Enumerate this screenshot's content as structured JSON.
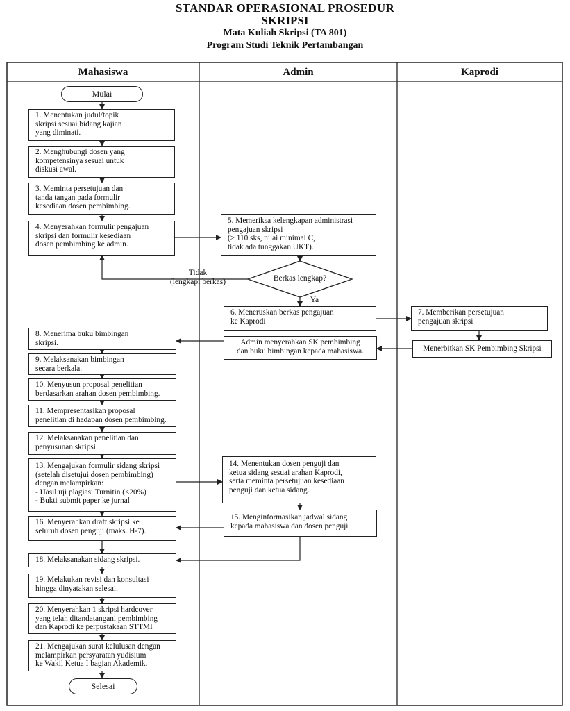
{
  "title": {
    "line1": "STANDAR OPERASIONAL PROSEDUR",
    "line2": "SKRIPSI",
    "line3": "Mata Kuliah Skripsi (TA 801)",
    "line4": "Program Studi Teknik Pertambangan"
  },
  "lanes": [
    "Mahasiswa",
    "Admin",
    "Kaprodi"
  ],
  "terminals": {
    "start": "Mulai",
    "end": "Selesai"
  },
  "steps": {
    "s1": "1.  Menentukan judul/topik\nskripsi sesuai bidang kajian\nyang diminati.",
    "s2": "2.  Menghubungi dosen yang\nkompetensinya sesuai untuk\ndiskusi awal.",
    "s3": "3.  Meminta persetujuan dan\ntanda tangan pada formulir\nkesediaan dosen pembimbing.",
    "s4": "4.  Menyerahkan formulir pengajuan\nskripsi dan formulir kesediaan\ndosen pembimbing ke admin.",
    "s5": "5.  Memeriksa kelengkapan administrasi\npengajuan skripsi\n(≥ 110 sks, nilai minimal C,\ntidak ada tunggakan UKT).",
    "s6": "6.  Meneruskan berkas pengajuan\nke Kaprodi",
    "s7": "7.  Memberikan persetujuan\npengajuan skripsi",
    "sk_kaprodi": "Menerbitkan SK Pembimbing Skripsi",
    "sk_admin": "Admin menyerahkan SK pembimbing\ndan buku bimbingan kepada mahasiswa.",
    "s8": "8.  Menerima buku bimbingan\nskripsi.",
    "s9": "9.  Melaksanakan bimbingan\nsecara berkala.",
    "s10": "10.  Menyusun proposal penelitian\nberdasarkan arahan dosen pembimbing.",
    "s11": "11.  Mempresentasikan proposal\npenelitian di hadapan dosen pembimbing.",
    "s12": "12.  Melaksanakan penelitian dan\npenyusunan skripsi.",
    "s13": "13.  Mengajukan formulir sidang skripsi\n(setelah disetujui dosen pembimbing)\ndengan melampirkan:\n- Hasil uji plagiasi Turnitin (<20%)\n- Bukti submit paper ke jurnal",
    "s14": "14.  Menentukan dosen penguji dan\nketua sidang sesuai arahan Kaprodi,\nserta meminta persetujuan kesediaan\npenguji dan ketua sidang.",
    "s15": "15.  Menginformasikan jadwal sidang\nkepada mahasiswa dan dosen penguji",
    "s16": "16.  Menyerahkan draft skripsi ke\nseluruh dosen penguji (maks. H-7).",
    "s18": "18.  Melaksanakan sidang skripsi.",
    "s19": "19.  Melakukan revisi dan konsultasi\nhingga dinyatakan selesai.",
    "s20": "20. Menyerahkan 1 skripsi hardcover\nyang telah ditandatangani pembimbing\ndan Kaprodi ke perpustakaan STTMI",
    "s21": "21.  Mengajukan surat kelulusan dengan\nmelampirkan persyaratan yudisium\nke Wakil Ketua I bagian Akademik."
  },
  "decision": {
    "question": "Berkas lengkap?",
    "yes": "Ya",
    "no": "Tidak\n(lengkapi berkas)"
  }
}
